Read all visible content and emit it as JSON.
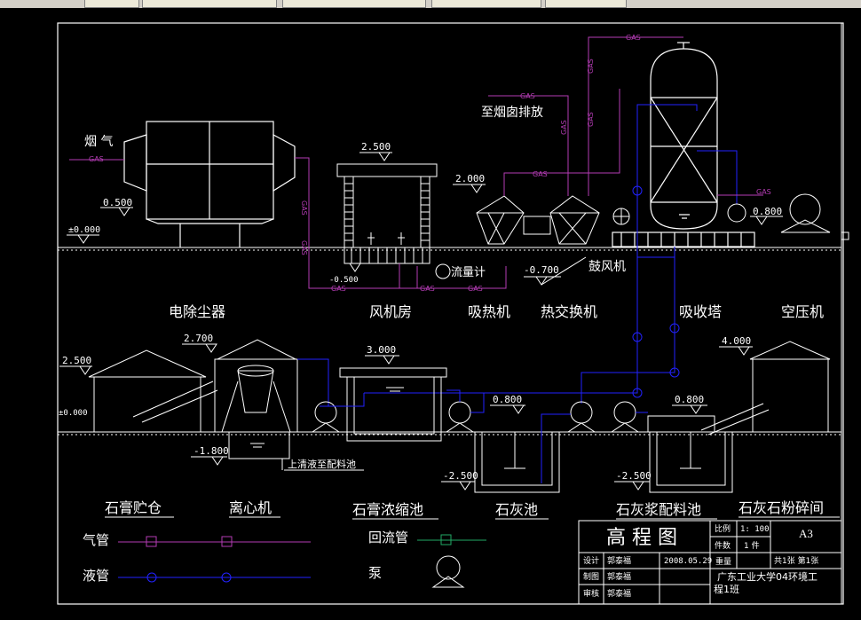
{
  "colors": {
    "gas": "#b43cb4",
    "liquid": "#2222ff",
    "return": "#22aa66",
    "line": "#ffffff",
    "bg": "#000000"
  },
  "top_labels": {
    "flue_gas": "烟 气",
    "gas_short": "GAS",
    "to_chimney": "至烟囱排放",
    "flowmeter": "流量计"
  },
  "elevations": {
    "zero_top": "±0.000",
    "zero_bottom": "±0.000",
    "e_0500": "0.500",
    "e_2500_fan": "2.500",
    "e_2000": "2.000",
    "e_0800_top": "0.800",
    "e_n0500": "-0.500",
    "e_n0700": "-0.700",
    "e_2700": "2.700",
    "e_2500_silo": "2.500",
    "e_3000": "3.000",
    "e_4000": "4.000",
    "e_0800_a": "0.800",
    "e_0800_b": "0.800",
    "e_n1800": "-1.800",
    "e_n2500_a": "-2.500",
    "e_n2500_b": "-2.500"
  },
  "equipment_labels": {
    "esp": "电除尘器",
    "fan_room": "风机房",
    "heat_absorber": "吸热机",
    "heat_exchanger": "热交换机",
    "blower": "鼓风机",
    "absorber": "吸收塔",
    "air_compressor": "空压机",
    "gypsum_silo": "石膏贮仓",
    "centrifuge": "离心机",
    "thickener": "石膏浓缩池",
    "lime_pool": "石灰池",
    "lime_slurry": "石灰浆配料池",
    "limestone_crusher": "石灰石粉碎间",
    "overflow_note": "上清液至配料池"
  },
  "legend": {
    "gas_pipe": "气管",
    "liquid_pipe": "液管",
    "return_pipe": "回流管",
    "pump": "泵"
  },
  "title_block": {
    "title": "高 程 图",
    "scale_label": "比例",
    "scale_value": "1: 100",
    "qty_label": "件数",
    "qty_value": "1 件",
    "sheet_size": "A3",
    "design_label": "设计",
    "design_name": "郭泰福",
    "date": "2008.05.29",
    "weight_label": "重量",
    "sheets": "共1张  第1张",
    "drawn_label": "制图",
    "drawn_name": "郭泰福",
    "check_label": "审核",
    "check_name": "郭泰福",
    "org_line1": "广东工业大学04环境工",
    "org_line2": "程1班"
  }
}
